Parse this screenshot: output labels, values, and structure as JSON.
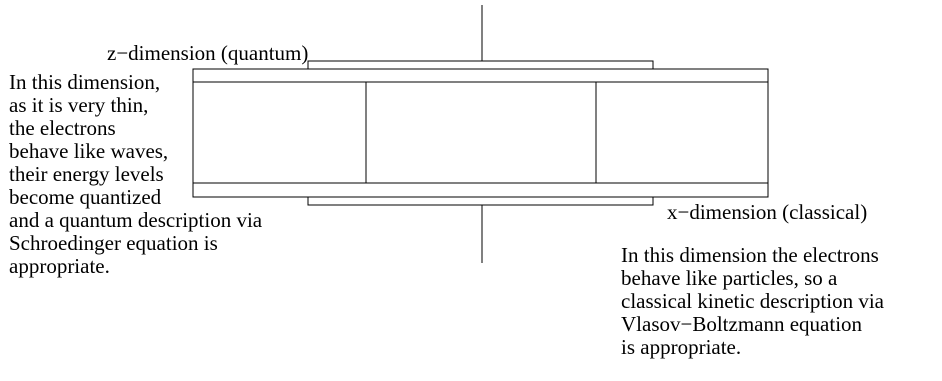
{
  "diagram": {
    "z_label": "z−dimension (quantum)",
    "x_label": "x−dimension (classical)",
    "quantum_text": [
      "In this dimension,",
      "as it is very thin,",
      "the electrons",
      "behave like waves,",
      "their energy levels",
      "become quantized",
      "and a quantum description via",
      "Schroedinger equation is",
      "appropriate."
    ],
    "classical_text": [
      "In this dimension the electrons",
      "behave like particles, so a",
      "classical kinetic description via",
      "Vlasov−Boltzmann equation",
      "is appropriate."
    ],
    "colors": {
      "line": "#000000",
      "background": "#ffffff",
      "text": "#000000"
    }
  }
}
